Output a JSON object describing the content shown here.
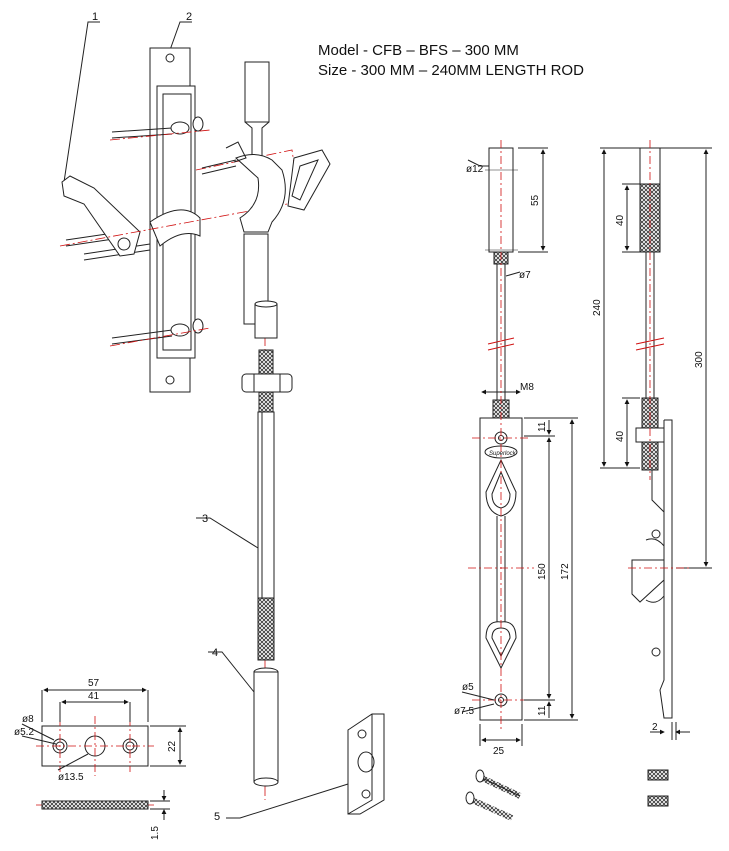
{
  "header": {
    "model_line": "Model - CFB – BFS – 300 MM",
    "size_line": "Size - 300 MM – 240MM LENGTH ROD"
  },
  "callouts": [
    "1",
    "2",
    "3",
    "4",
    "5"
  ],
  "dims": {
    "rod_top_dia": "ø12",
    "rod_top_len": "55",
    "rod_dia": "ø7",
    "thread": "M8",
    "end_gap": "11",
    "plate_inner": "150",
    "plate_total": "172",
    "hole_dia": "ø5",
    "csk_dia": "ø7.5",
    "bottom_gap": "11",
    "plate_width": "25",
    "knurl_len": "40",
    "rod_len": "240",
    "thread_len": "40",
    "overall": "300",
    "plate_thk": "2",
    "strike_width": "57",
    "strike_pitch": "41",
    "strike_csk": "ø8",
    "strike_hole": "ø5.2",
    "strike_center": "ø13.5",
    "strike_height": "22",
    "strike_thk": "1.5"
  },
  "logo": "Superlock"
}
